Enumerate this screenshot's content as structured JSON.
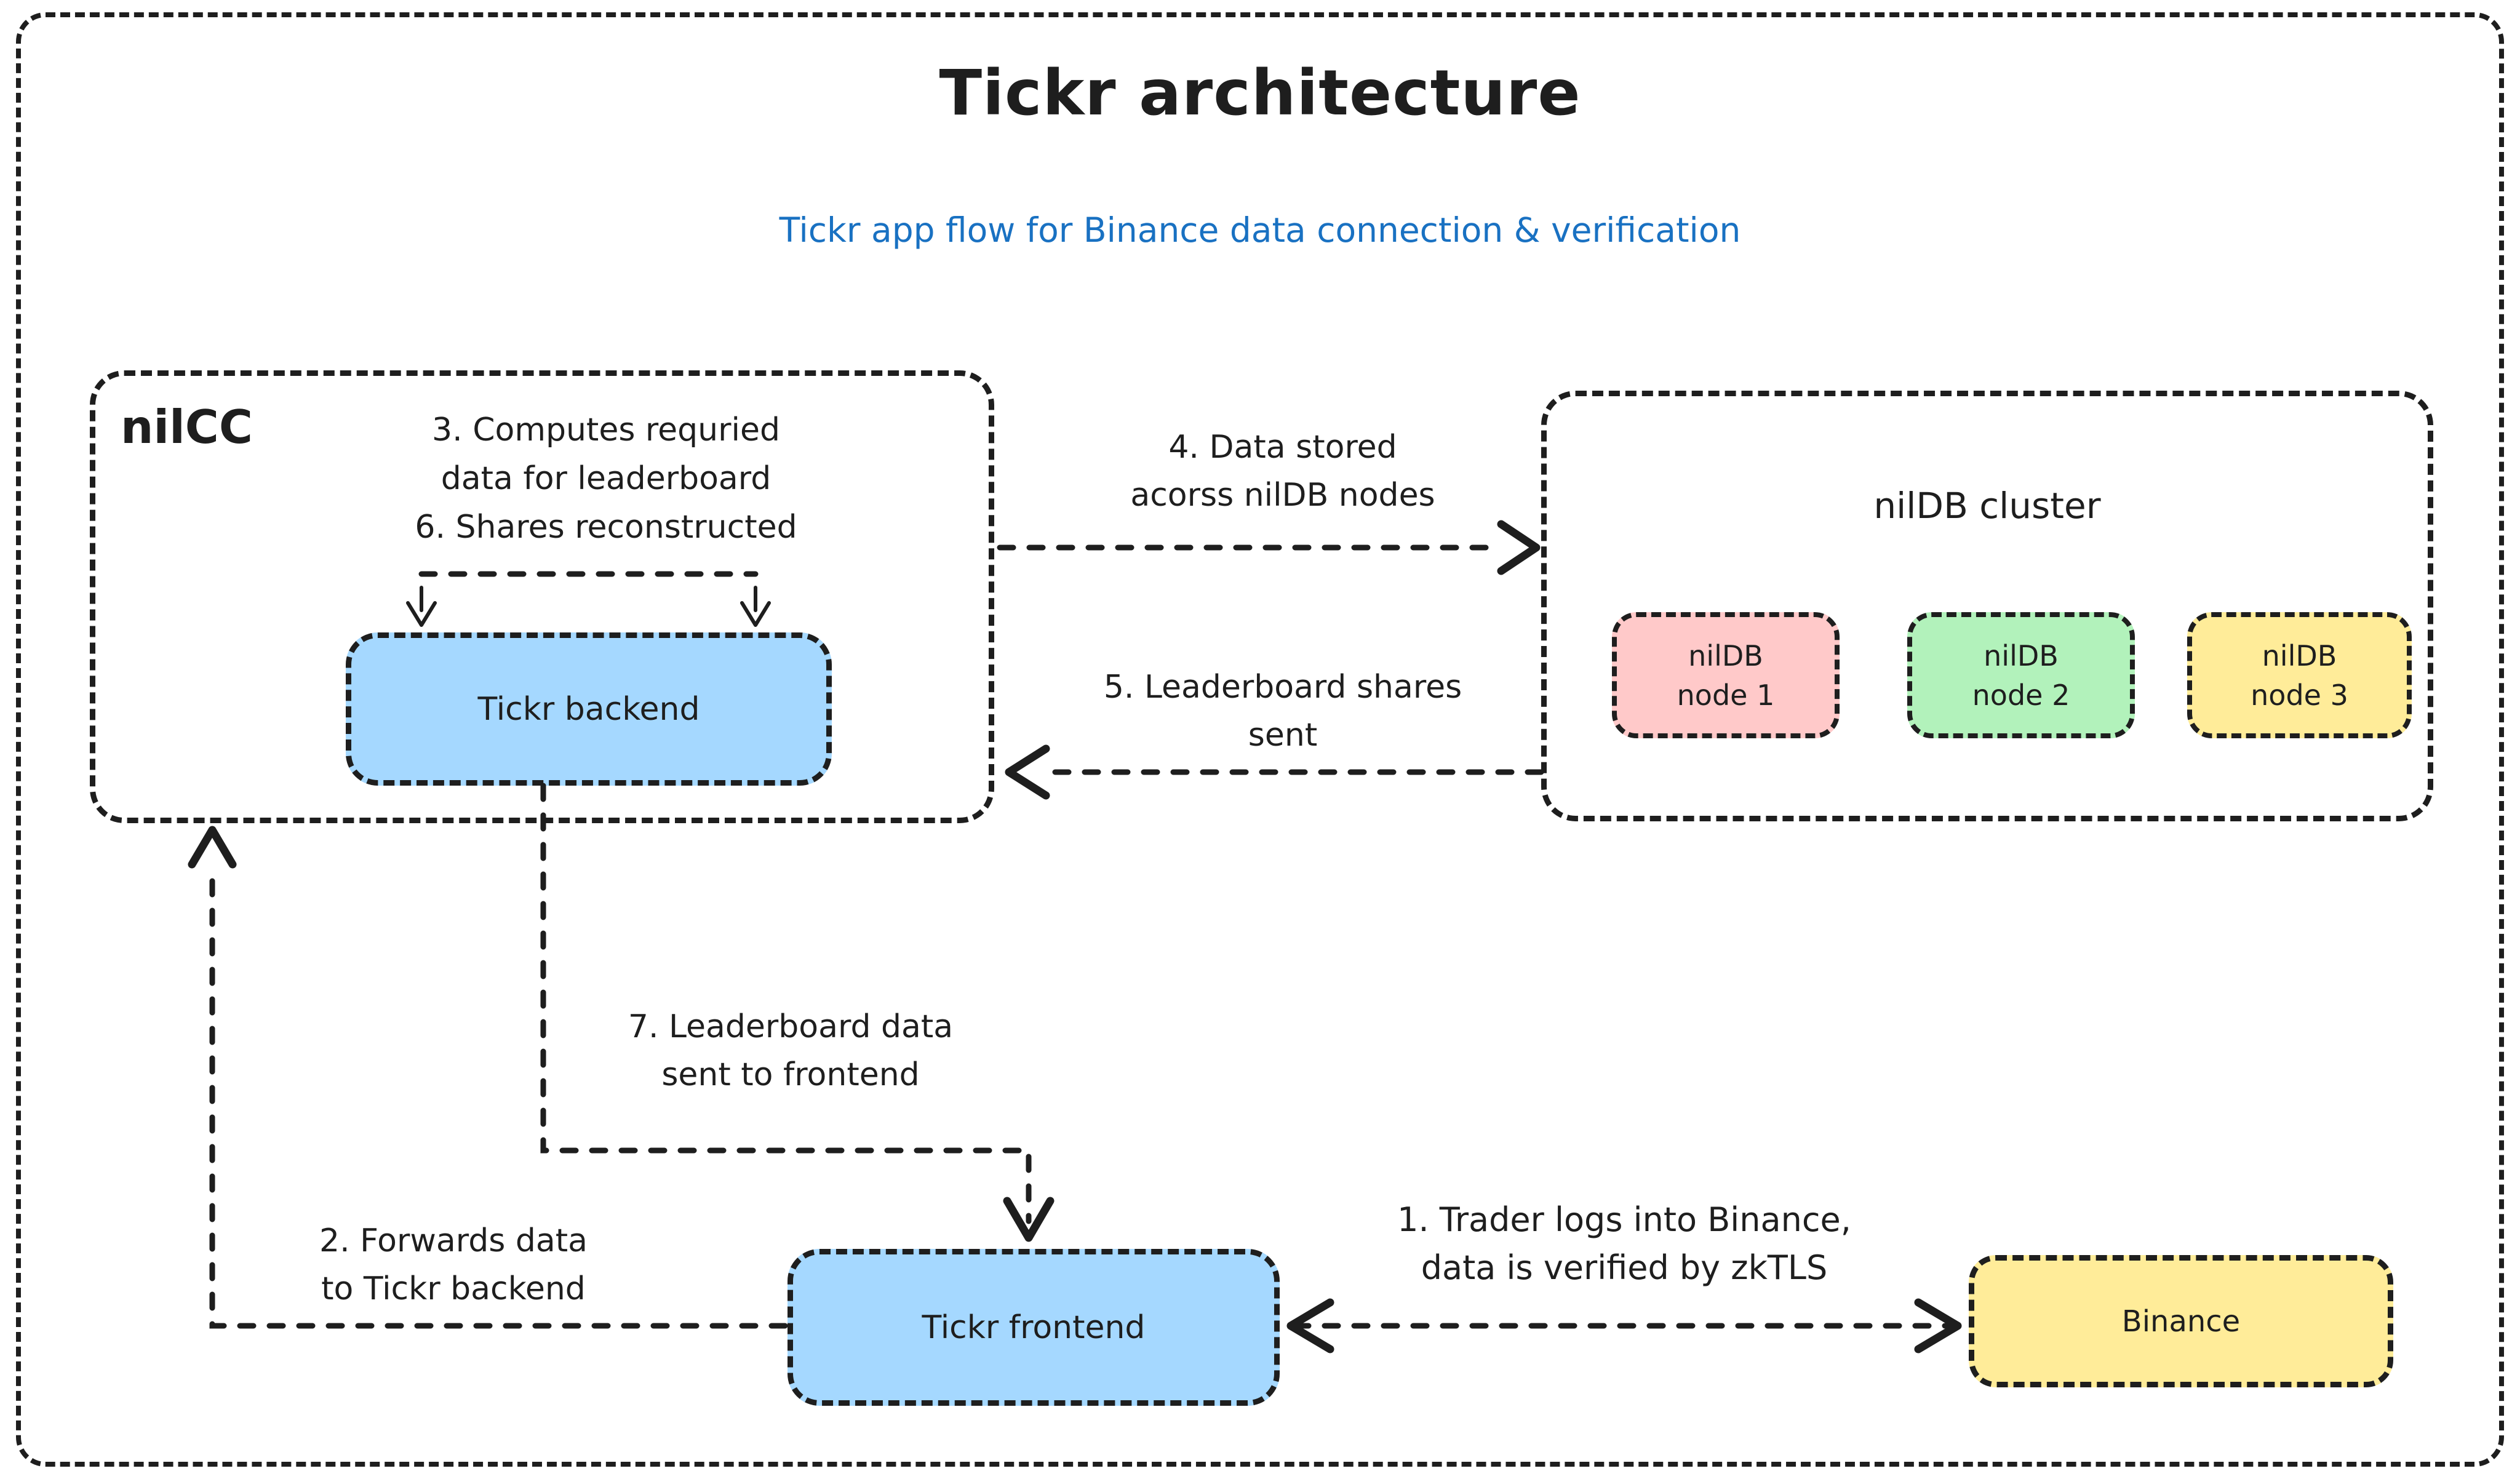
{
  "header": {
    "title": "Tickr architecture",
    "subtitle": "Tickr app flow for Binance data connection & verification"
  },
  "colors": {
    "ink": "#1e1e1e",
    "subtitle_blue": "#1971c2",
    "box_blue": "#a5d8ff",
    "box_pink": "#ffc9c9",
    "box_green": "#b2f2bb",
    "box_yellow": "#ffec99"
  },
  "nilcc": {
    "label": "nilCC",
    "notes": {
      "line1": "3. Computes requried",
      "line2": "data for leaderboard",
      "line3": "6. Shares reconstructed"
    },
    "backend": {
      "label": "Tickr backend"
    }
  },
  "cluster": {
    "title": "nilDB cluster",
    "nodes": [
      {
        "line1": "nilDB",
        "line2": "node 1",
        "bg": "#ffc9c9"
      },
      {
        "line1": "nilDB",
        "line2": "node 2",
        "bg": "#b2f2bb"
      },
      {
        "line1": "nilDB",
        "line2": "node 3",
        "bg": "#ffec99"
      }
    ]
  },
  "frontend": {
    "label": "Tickr frontend"
  },
  "binance": {
    "label": "Binance"
  },
  "flows": {
    "f1": {
      "line1": "1. Trader logs into Binance,",
      "line2": "data is verified by zkTLS"
    },
    "f2": {
      "line1": "2. Forwards data",
      "line2": "to Tickr backend"
    },
    "f4": {
      "line1": "4. Data stored",
      "line2": "acorss nilDB nodes"
    },
    "f5": {
      "line1": "5. Leaderboard shares",
      "line2": "sent"
    },
    "f7": {
      "line1": "7. Leaderboard data",
      "line2": "sent to frontend"
    }
  }
}
